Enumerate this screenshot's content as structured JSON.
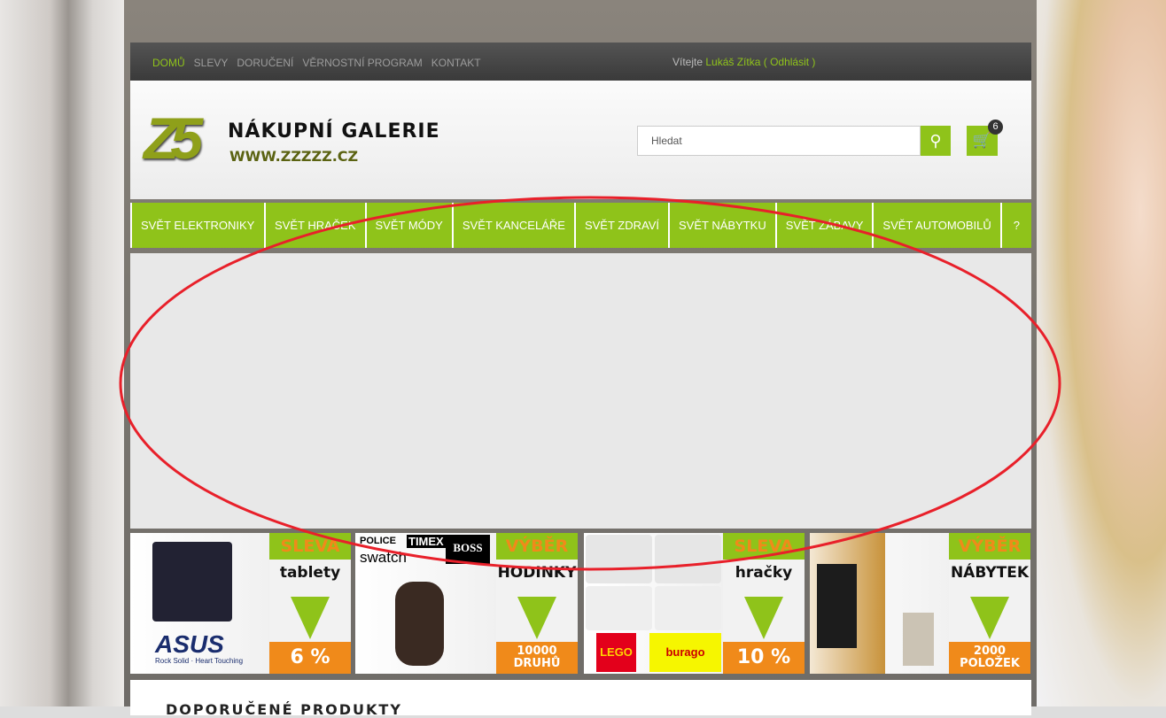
{
  "topbar": {
    "links": [
      "DOMŮ",
      "SLEVY",
      "DORUČENÍ",
      "VĚRNOSTNÍ PROGRAM",
      "KONTAKT"
    ],
    "welcome": "Vítejte",
    "user": "Lukáš Zítka",
    "logout": "( Odhlásit )"
  },
  "header": {
    "logo_mark": "Z5",
    "title": "NÁKUPNÍ GALERIE",
    "url": "WWW.ZZZZZ.CZ",
    "search_placeholder": "Hledat",
    "cart_count": "6"
  },
  "nav": [
    "SVĚT ELEKTRONIKY",
    "SVĚT HRAČEK",
    "SVĚT MÓDY",
    "SVĚT KANCELÁŘE",
    "SVĚT ZDRAVÍ",
    "SVĚT NÁBYTKU",
    "SVĚT ZÁBAVY",
    "SVĚT AUTOMOBILŮ",
    "?"
  ],
  "banners": [
    {
      "tag": "SLEVA",
      "category": "tablety",
      "value": "6 %",
      "brands": [
        "ASUS",
        "Rock Solid · Heart Touching"
      ]
    },
    {
      "tag": "VÝBĚR",
      "category": "HODINKY",
      "value": "10000 DRUHŮ",
      "brands": [
        "POLICE",
        "TIMEX",
        "BOSS",
        "swatch"
      ]
    },
    {
      "tag": "SLEVA",
      "category": "hračky",
      "value": "10 %",
      "brands": [
        "LEGO",
        "burago"
      ]
    },
    {
      "tag": "VÝBĚR",
      "category": "NÁBYTEK",
      "value": "2000 POLOŽEK",
      "brands": []
    }
  ],
  "section_title": "DOPORUČENÉ PRODUKTY",
  "colors": {
    "accent": "#8fc31a",
    "orange": "#f08a1a",
    "annotation": "#e8202a"
  }
}
